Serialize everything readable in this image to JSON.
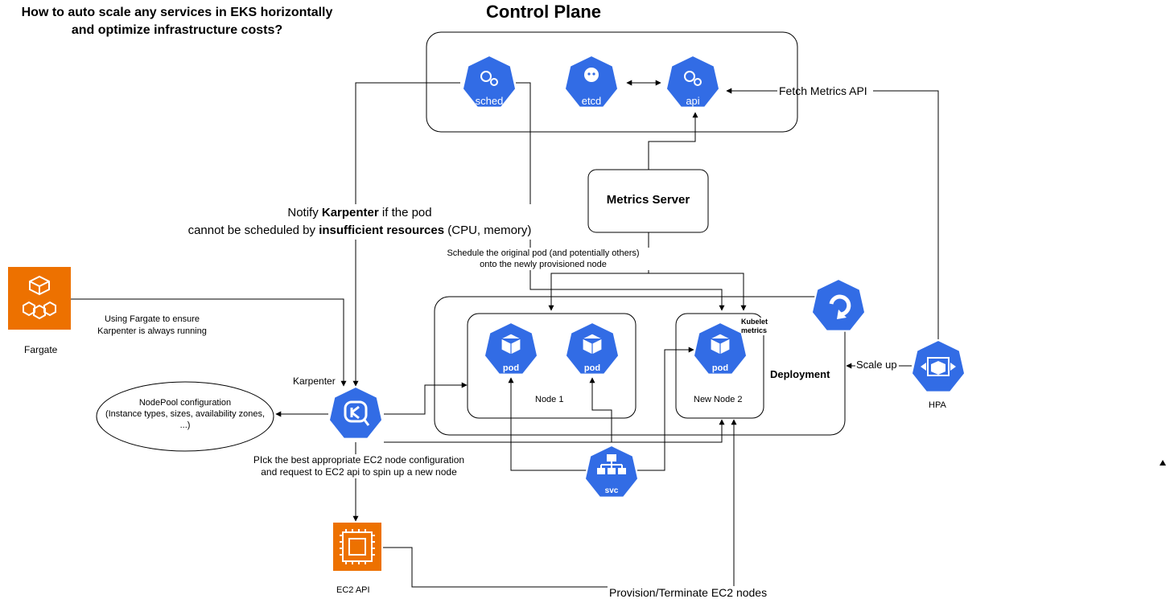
{
  "title": {
    "line1": "How to auto scale any services in EKS horizontally",
    "line2": "and optimize infrastructure costs?"
  },
  "control_plane": {
    "label": "Control Plane",
    "components": [
      "sched",
      "etcd",
      "api"
    ]
  },
  "metrics_server": {
    "label": "Metrics Server"
  },
  "fetch_metrics": {
    "label": "Fetch Metrics API"
  },
  "notify": {
    "line1_pre": "Notify ",
    "line1_bold": "Karpenter",
    "line1_post": " if the pod",
    "line2_pre": "cannot be scheduled by ",
    "line2_bold": "insufficient resources",
    "line2_post": " (CPU, memory)"
  },
  "schedule_note": {
    "line1": "Schedule the original pod (and potentially others)",
    "line2": "onto the newly provisioned node"
  },
  "fargate": {
    "label": "Fargate",
    "note_line1": "Using Fargate to ensure",
    "note_line2": "Karpenter is always running"
  },
  "karpenter": {
    "label": "Karpenter"
  },
  "nodepool": {
    "line1": "NodePool configuration",
    "line2": "(Instance types, sizes, availability zones,",
    "line3": "...)"
  },
  "pick_note": {
    "line1": "PIck the best appropriate EC2 node configuration",
    "line2": "and request to EC2 api to spin up a new node"
  },
  "ec2": {
    "label": "EC2 API"
  },
  "provision": {
    "label": "Provision/Terminate EC2 nodes"
  },
  "deployment": {
    "label": "Deployment"
  },
  "node1": {
    "label": "Node 1",
    "pod_label": "pod"
  },
  "node2": {
    "label": "New Node 2",
    "pod_label": "pod",
    "kubelet_line1": "Kubelet",
    "kubelet_line2": "metrics"
  },
  "svc": {
    "label": "svc"
  },
  "hpa": {
    "label": "HPA",
    "scale_label": "Scale up"
  },
  "colors": {
    "k8s_blue": "#326CE5",
    "aws_orange": "#ED7100",
    "line": "#000000"
  },
  "icons": {
    "sched": "gears-icon",
    "etcd": "robot-icon",
    "api": "gears-icon",
    "pod": "cube-icon",
    "svc": "network-icon",
    "karpenter": "karpenter-icon",
    "hpa": "scale-icon",
    "deploy": "refresh-icon",
    "fargate": "fargate-icon",
    "ec2": "chip-icon"
  }
}
